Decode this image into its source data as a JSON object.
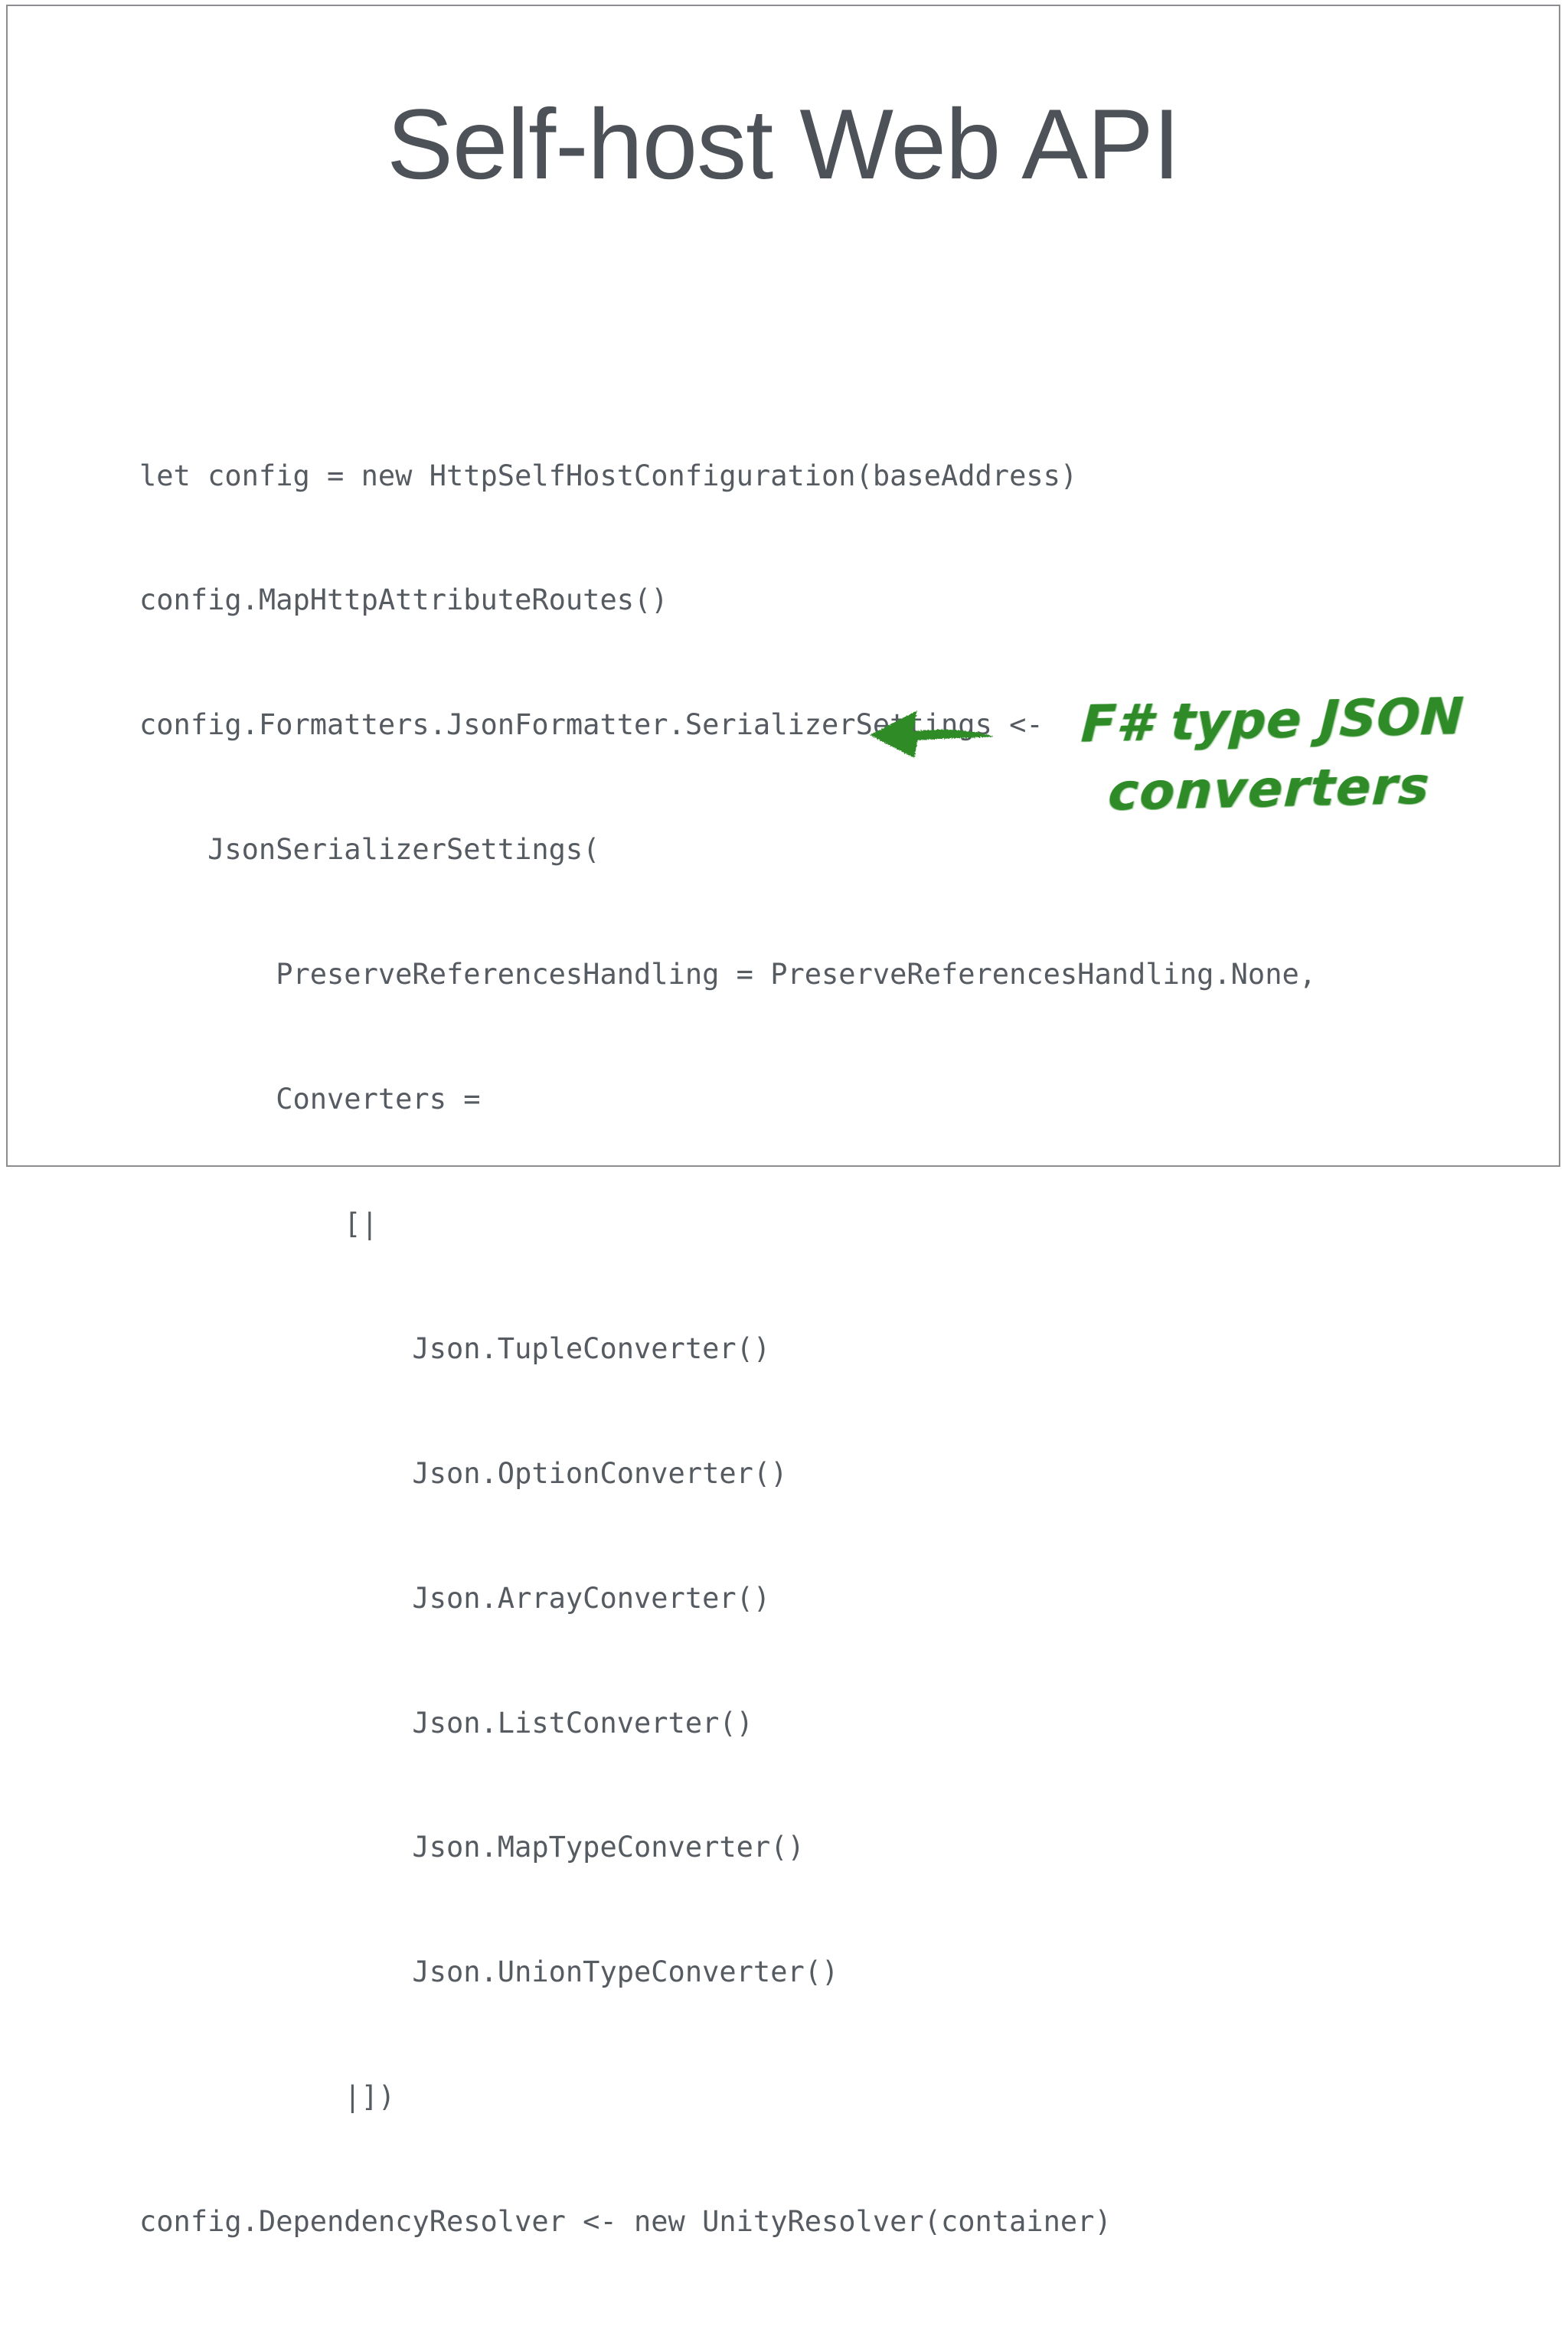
{
  "slide": {
    "title": "Self-host Web API",
    "background_color": "#ffffff",
    "border_color": "#8b8d91",
    "title_color": "#4d5158",
    "code_color": "#565b62",
    "annotation_color": "#2e8b28"
  },
  "code": {
    "language": "F#",
    "lines": [
      "let config = new HttpSelfHostConfiguration(baseAddress)",
      "config.MapHttpAttributeRoutes()",
      "config.Formatters.JsonFormatter.SerializerSettings <-",
      "    JsonSerializerSettings(",
      "        PreserveReferencesHandling = PreserveReferencesHandling.None,",
      "        Converters =",
      "            [|",
      "                Json.TupleConverter()",
      "                Json.OptionConverter()",
      "                Json.ArrayConverter()",
      "                Json.ListConverter()",
      "                Json.MapTypeConverter()",
      "                Json.UnionTypeConverter()",
      "            |])",
      "config.DependencyResolver <- new UnityResolver(container)"
    ]
  },
  "annotation": {
    "arrow_direction": "left",
    "line1": "F# type JSON",
    "line2": "converters"
  }
}
